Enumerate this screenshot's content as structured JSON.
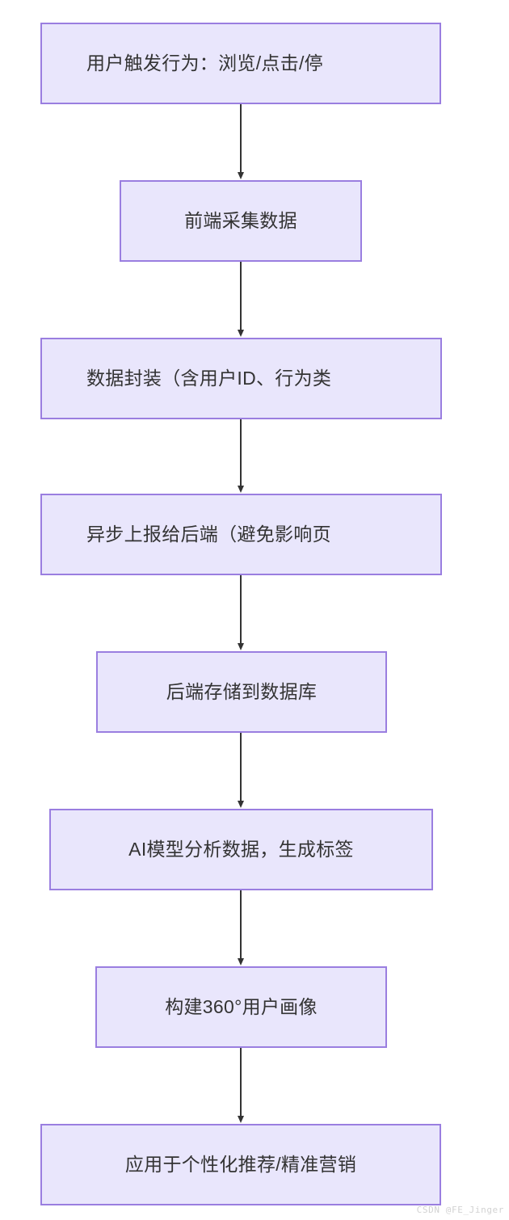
{
  "diagram": {
    "type": "flowchart",
    "direction": "top-to-bottom",
    "background_color": "#ffffff",
    "node_fill_color": "#E9E6FC",
    "node_border_color": "#9A7EE0",
    "connector_color": "#333333",
    "text_color": "#333333",
    "nodes": [
      {
        "id": "n1",
        "label": "用户触发行为：浏览/点击/停",
        "clipped": true
      },
      {
        "id": "n2",
        "label": "前端采集数据",
        "clipped": false
      },
      {
        "id": "n3",
        "label": "数据封装（含用户ID、行为类",
        "clipped": true
      },
      {
        "id": "n4",
        "label": "异步上报给后端（避免影响页",
        "clipped": true
      },
      {
        "id": "n5",
        "label": "后端存储到数据库",
        "clipped": false
      },
      {
        "id": "n6",
        "label": "AI模型分析数据，生成标签",
        "clipped": false
      },
      {
        "id": "n7",
        "label": "构建360°用户画像",
        "clipped": false
      },
      {
        "id": "n8",
        "label": "应用于个性化推荐/精准营销",
        "clipped": false
      }
    ],
    "edges": [
      {
        "from": "n1",
        "to": "n2"
      },
      {
        "from": "n2",
        "to": "n3"
      },
      {
        "from": "n3",
        "to": "n4"
      },
      {
        "from": "n4",
        "to": "n5"
      },
      {
        "from": "n5",
        "to": "n6"
      },
      {
        "from": "n6",
        "to": "n7"
      },
      {
        "from": "n7",
        "to": "n8"
      }
    ]
  },
  "watermark": {
    "text": "CSDN @FE_Jinger"
  }
}
